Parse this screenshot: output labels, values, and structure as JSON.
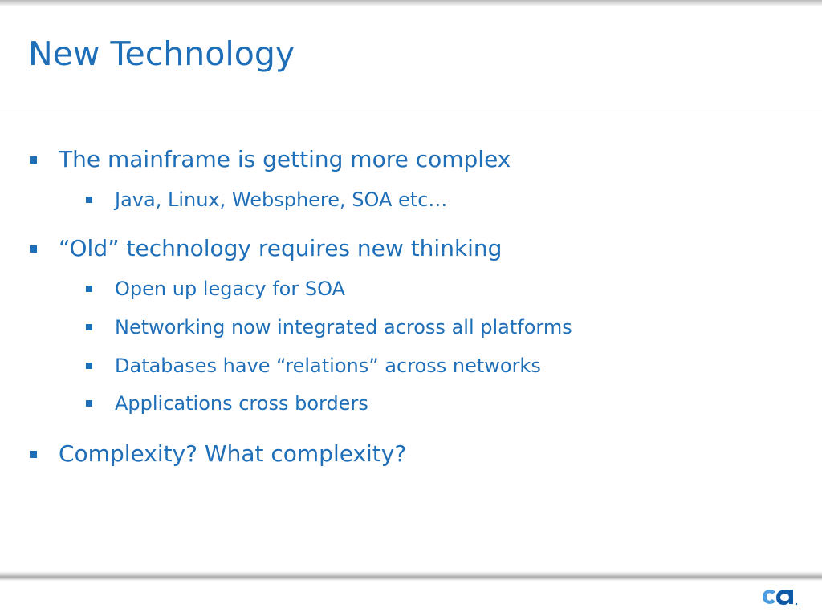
{
  "slide": {
    "title": "New Technology",
    "bullets": [
      {
        "text": "The mainframe is getting more complex"
      },
      {
        "text": "Java, Linux, Websphere, SOA etc…"
      },
      {
        "text": "“Old” technology requires new thinking"
      },
      {
        "text": "Open up legacy for SOA"
      },
      {
        "text": "Networking now integrated across all platforms"
      },
      {
        "text": "Databases have “relations” across networks"
      },
      {
        "text": "Applications cross borders"
      },
      {
        "text": "Complexity? What complexity?"
      }
    ]
  },
  "logo": {
    "text": "ca",
    "icon": "ca-logo-icon",
    "colors": {
      "c": "#4a9be0",
      "a": "#0d5ba8"
    }
  },
  "colors": {
    "accent": "#1e6eb8",
    "rule": "#c3c3c3"
  }
}
